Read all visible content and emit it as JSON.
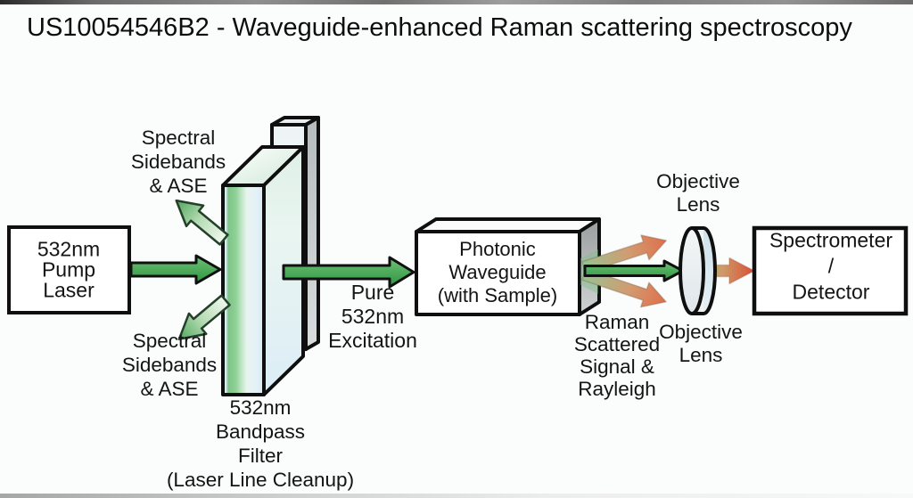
{
  "title": "US10054546B2 - Waveguide-enhanced Raman scattering spectroscopy",
  "labels": {
    "pump_laser": "532nm\nPump\nLaser",
    "spectral_sidebands_top": "Spectral\nSidebands\n& ASE",
    "spectral_sidebands_bottom": "Spectral\nSidebands\n& ASE",
    "bandpass_filter": "532nm\nBandpass\nFilter\n(Laser Line Cleanup)",
    "pure_excitation": "Pure\n532nm\nExcitation",
    "photonic_waveguide": "Photonic\nWaveguide\n(with Sample)",
    "raman_scattered": "Raman\nScattered\nSignal &\nRayleigh",
    "objective_lens_top": "Objective\nLens",
    "objective_lens_bottom": "Objective\nLens",
    "spectrometer": "Spectrometer /\nDetector"
  },
  "colors": {
    "beam_green": "#2e9440",
    "beam_green_light": "#6fc277",
    "sideband_tail": "#f0f7ef",
    "sideband_head": "#4fa75d",
    "scatter_green": "#96c491",
    "scatter_orange": "#df6f4b",
    "output_red": "#d84f35",
    "filter_green": "#8ed297",
    "filter_pale": "#d6eaf4"
  }
}
